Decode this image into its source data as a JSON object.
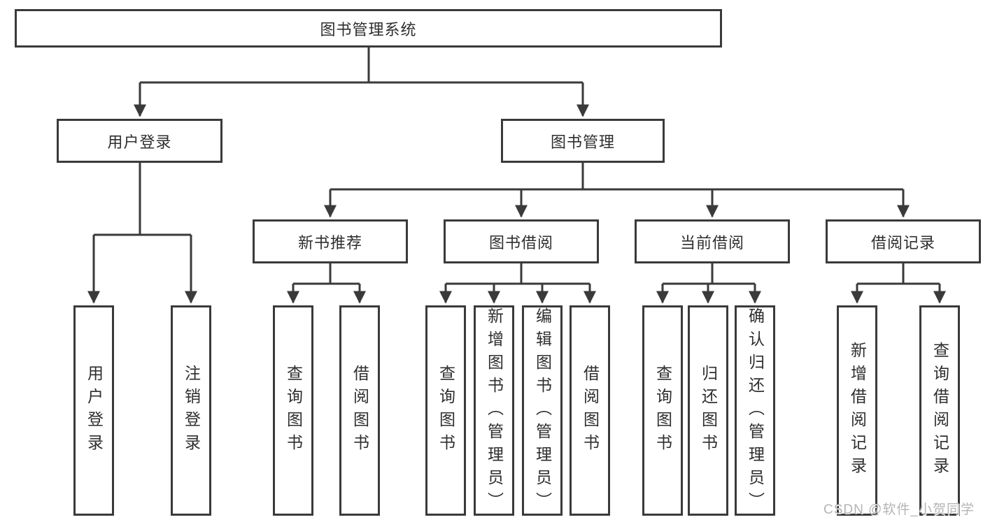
{
  "colors": {
    "line": "#3a3a3a",
    "text": "#2e2e2e",
    "watermark": "#b4b4b4",
    "background": "#ffffff"
  },
  "root": {
    "label": "图书管理系统"
  },
  "level2": {
    "user_login": "用户登录",
    "book_management": "图书管理"
  },
  "level3": {
    "new_books": "新书推荐",
    "book_borrow": "图书借阅",
    "current_borrow": "当前借阅",
    "borrow_records": "借阅记录"
  },
  "leaves": {
    "login": [
      "用户登录",
      "注销登录"
    ],
    "new_books": [
      "查询图书",
      "借阅图书"
    ],
    "book_borrow": [
      "查询图书",
      "新增图书（管理员）",
      "编辑图书（管理员）",
      "借阅图书"
    ],
    "current_borrow": [
      "查询图书",
      "归还图书",
      "确认归还（管理员）"
    ],
    "borrow_records": [
      "新增借阅记录",
      "查询借阅记录"
    ]
  },
  "watermark": "CSDN @软件_小贺同学"
}
